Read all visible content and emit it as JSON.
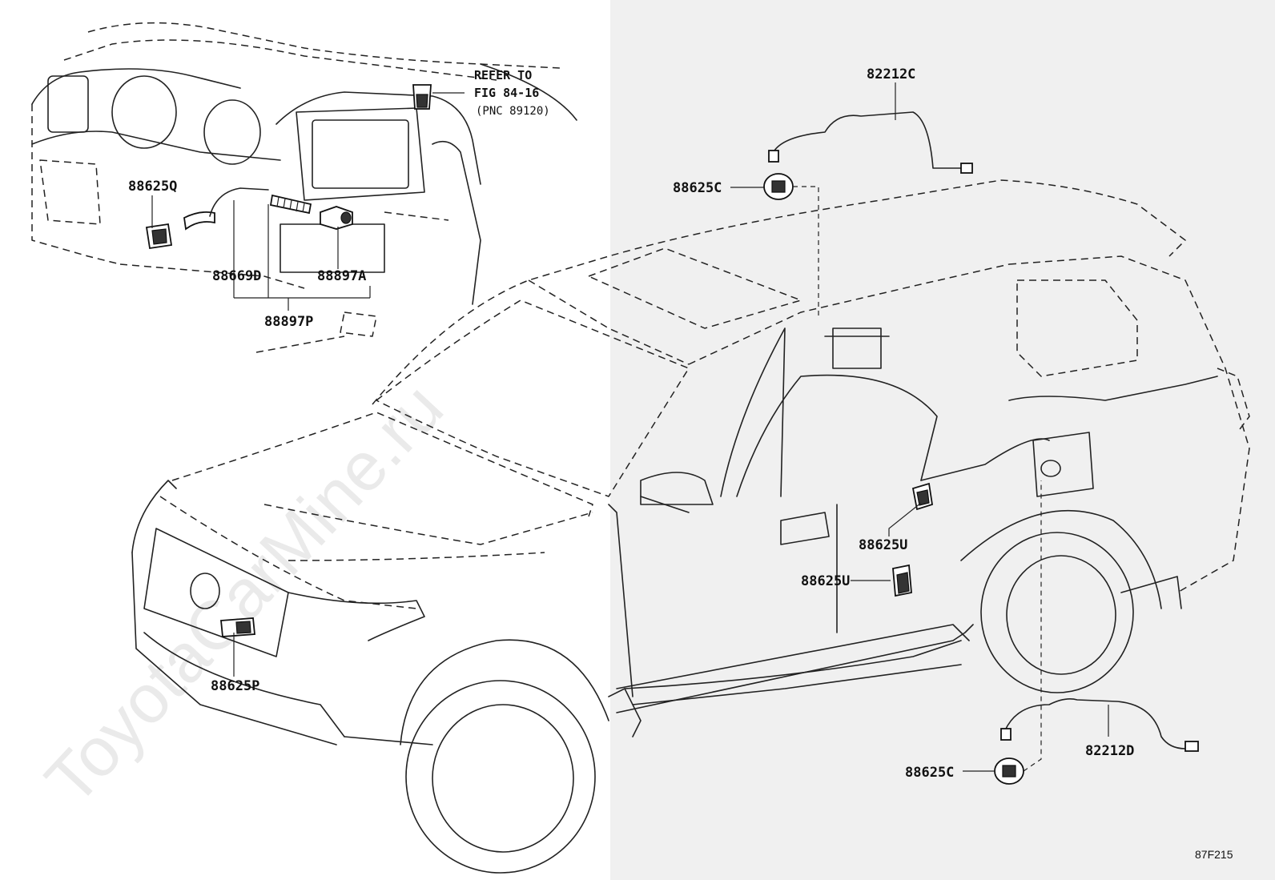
{
  "watermark": "ToyotaCarMine.ru",
  "figure_code": "87F215",
  "reference_note": {
    "line1": "REFER TO",
    "line2": "FIG 84-16",
    "line3": "(PNC 89120)"
  },
  "part_labels": {
    "p82212C": "82212C",
    "p88625C_top": "88625C",
    "p88625Q": "88625Q",
    "p88669D": "88669D",
    "p88897A": "88897A",
    "p88897P": "88897P",
    "p88625U_upper": "88625U",
    "p88625U_lower": "88625U",
    "p88625P": "88625P",
    "p82212D": "82212D",
    "p88625C_bottom": "88625C"
  },
  "colors": {
    "background": "#ffffff",
    "right_panel": "#f0f0f0",
    "line": "#222222"
  }
}
